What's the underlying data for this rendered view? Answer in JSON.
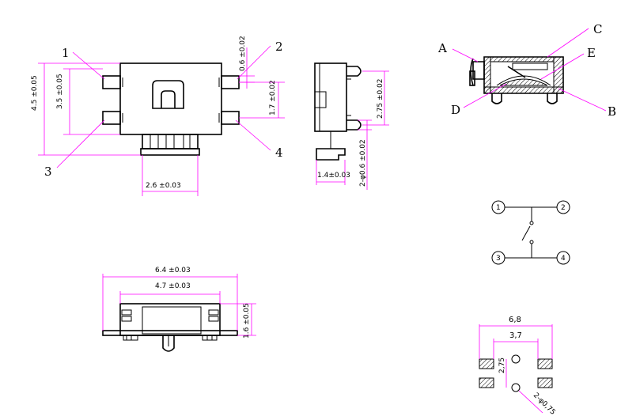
{
  "front_view": {
    "callouts": [
      "1",
      "2",
      "3",
      "4"
    ],
    "dims": {
      "overall_height": "4.5 ±0.05",
      "pin_pitch_v": "3.5 ±0.05",
      "lead_width": "0.6 ±0.02",
      "lead_pitch": "1.7 ±0.02",
      "actuator_width": "2.6 ±0.03"
    }
  },
  "side_view": {
    "dims": {
      "post_pitch": "2.75 ±0.02",
      "post_dia": "2-φ0.6 ±0.02",
      "actuator_travel": "1.4±0.03"
    }
  },
  "section_view": {
    "labels": [
      "A",
      "B",
      "C",
      "D",
      "E"
    ]
  },
  "bottom_view": {
    "dims": {
      "overall_width": "6.4 ±0.03",
      "body_width": "4.7 ±0.03",
      "height": "1.6 ±0.05"
    }
  },
  "schematic": {
    "terminals": [
      "1",
      "2",
      "3",
      "4"
    ]
  },
  "pcb_layout": {
    "dims": {
      "pad_outer": "6,8",
      "pad_inner": "3,7",
      "hole_pitch": "2,75",
      "hole_dia": "2-φ0,75"
    }
  },
  "colors": {
    "outline": "#000000",
    "dimension": "#ff00ff"
  }
}
